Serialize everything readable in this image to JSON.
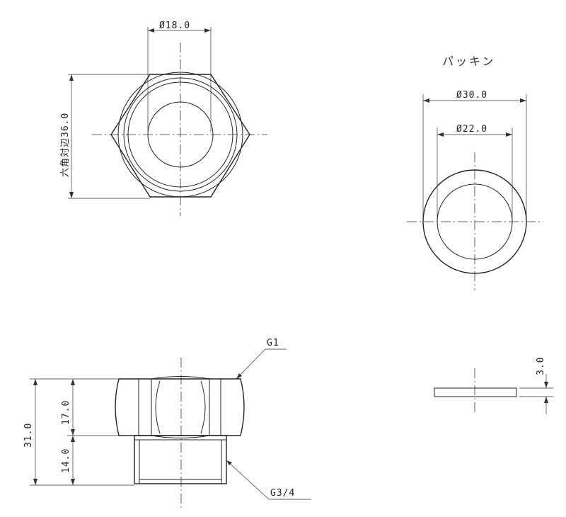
{
  "labels": {
    "hex_inner_dia": "Ø18.0",
    "hex_across_flats": "六角対辺36.0",
    "packing_title": "パッキン",
    "packing_outer_dia": "Ø30.0",
    "packing_inner_dia": "Ø22.0",
    "thread_top": "G1",
    "thread_bottom": "G3/4",
    "total_height": "31.0",
    "upper_height": "17.0",
    "lower_height": "14.0",
    "packing_thickness": "3.0"
  }
}
